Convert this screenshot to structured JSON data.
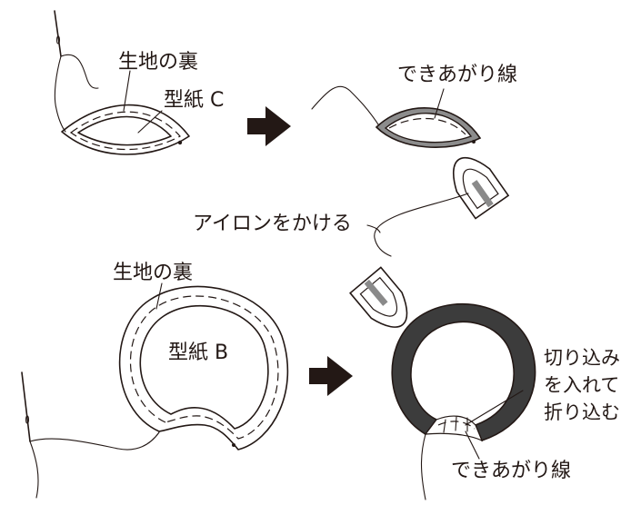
{
  "labels": {
    "fabric_back_top": "生地の裏",
    "pattern_c": "型紙 C",
    "finish_line_top": "できあがり線",
    "iron_label": "アイロンをかける",
    "fabric_back_bottom": "生地の裏",
    "pattern_b": "型紙 B",
    "notch_note_line1": "切り込み",
    "notch_note_line2": "を入れて",
    "notch_note_line3": "折り込む",
    "finish_line_bottom": "できあがり線"
  },
  "colors": {
    "ink": "#231815",
    "fabric_fill": "#ffffff",
    "folded_fill_dark": "#3c3c3c",
    "folded_fill_mid": "#8c8c8c",
    "iron_grip": "#8a8a8a",
    "arrow": "#231815"
  },
  "icons": [
    "needle-icon",
    "iron-icon",
    "right-arrow-icon"
  ]
}
